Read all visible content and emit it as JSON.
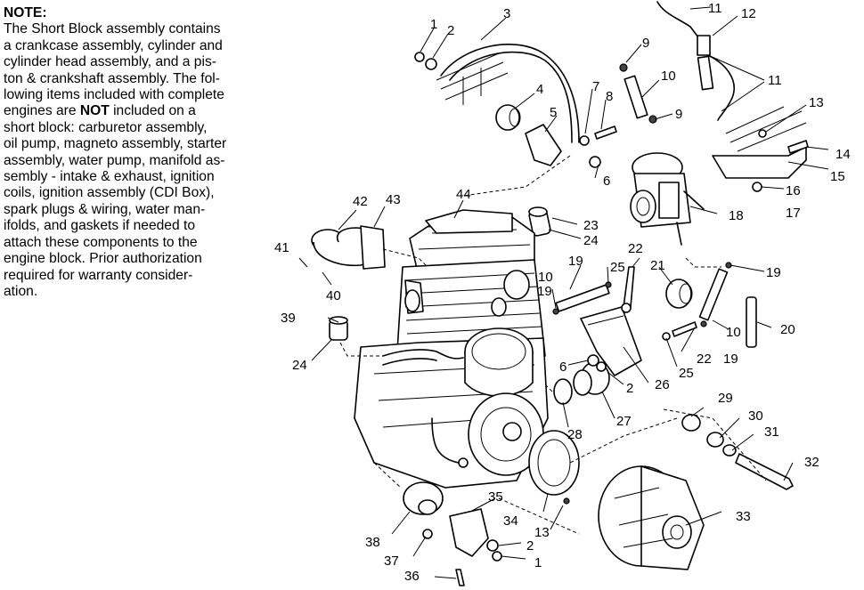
{
  "note": {
    "heading": "NOTE:",
    "lines": [
      "The Short Block assembly contains",
      "a crankcase assembly, cylinder and",
      "cylinder head assembly, and a pis-",
      "ton & crankshaft assembly.  The fol-",
      "lowing items included with complete",
      "engines are ",
      "short block:  carburetor assembly,",
      "oil pump, magneto assembly, starter",
      "assembly, water pump, manifold as-",
      "sembly - intake & exhaust, ignition",
      "coils, ignition assembly (CDI Box),",
      "spark plugs & wiring, water man-",
      "ifolds, and gaskets if needed to",
      "attach these components to the",
      "engine block. Prior authorization",
      "required for warranty consider-",
      "ation."
    ],
    "bold_word": "NOT",
    "line6_rest": " included on a"
  },
  "callouts": [
    {
      "id": "c1a",
      "text": "1"
    },
    {
      "id": "c2a",
      "text": "2"
    },
    {
      "id": "c3",
      "text": "3"
    },
    {
      "id": "c11a",
      "text": "11"
    },
    {
      "id": "c12",
      "text": "12"
    },
    {
      "id": "c9a",
      "text": "9"
    },
    {
      "id": "c10a",
      "text": "10"
    },
    {
      "id": "c11b",
      "text": "11"
    },
    {
      "id": "c4",
      "text": "4"
    },
    {
      "id": "c7",
      "text": "7"
    },
    {
      "id": "c8",
      "text": "8"
    },
    {
      "id": "c5",
      "text": "5"
    },
    {
      "id": "c9b",
      "text": "9"
    },
    {
      "id": "c13a",
      "text": "13"
    },
    {
      "id": "c14",
      "text": "14"
    },
    {
      "id": "c15",
      "text": "15"
    },
    {
      "id": "c16",
      "text": "16"
    },
    {
      "id": "c17",
      "text": "17"
    },
    {
      "id": "c6a",
      "text": "6"
    },
    {
      "id": "c18",
      "text": "18"
    },
    {
      "id": "c42",
      "text": "42"
    },
    {
      "id": "c43",
      "text": "43"
    },
    {
      "id": "c44",
      "text": "44"
    },
    {
      "id": "c23",
      "text": "23"
    },
    {
      "id": "c24a",
      "text": "24"
    },
    {
      "id": "c22a",
      "text": "22"
    },
    {
      "id": "c41",
      "text": "41"
    },
    {
      "id": "c19a",
      "text": "19"
    },
    {
      "id": "c25a",
      "text": "25"
    },
    {
      "id": "c21",
      "text": "21"
    },
    {
      "id": "c19b",
      "text": "19"
    },
    {
      "id": "c10b",
      "text": "10"
    },
    {
      "id": "c40",
      "text": "40"
    },
    {
      "id": "c19c",
      "text": "19"
    },
    {
      "id": "c39",
      "text": "39"
    },
    {
      "id": "c10c",
      "text": "10"
    },
    {
      "id": "c20",
      "text": "20"
    },
    {
      "id": "c22b",
      "text": "22"
    },
    {
      "id": "c19d",
      "text": "19"
    },
    {
      "id": "c24b",
      "text": "24"
    },
    {
      "id": "c25b",
      "text": "25"
    },
    {
      "id": "c6b",
      "text": "6"
    },
    {
      "id": "c26",
      "text": "26"
    },
    {
      "id": "c2b",
      "text": "2"
    },
    {
      "id": "c29",
      "text": "29"
    },
    {
      "id": "c27",
      "text": "27"
    },
    {
      "id": "c30",
      "text": "30"
    },
    {
      "id": "c28",
      "text": "28"
    },
    {
      "id": "c31",
      "text": "31"
    },
    {
      "id": "c32",
      "text": "32"
    },
    {
      "id": "c35",
      "text": "35"
    },
    {
      "id": "c33",
      "text": "33"
    },
    {
      "id": "c34",
      "text": "34"
    },
    {
      "id": "c13b",
      "text": "13"
    },
    {
      "id": "c38",
      "text": "38"
    },
    {
      "id": "c2c",
      "text": "2"
    },
    {
      "id": "c37",
      "text": "37"
    },
    {
      "id": "c1b",
      "text": "1"
    },
    {
      "id": "c36",
      "text": "36"
    }
  ]
}
